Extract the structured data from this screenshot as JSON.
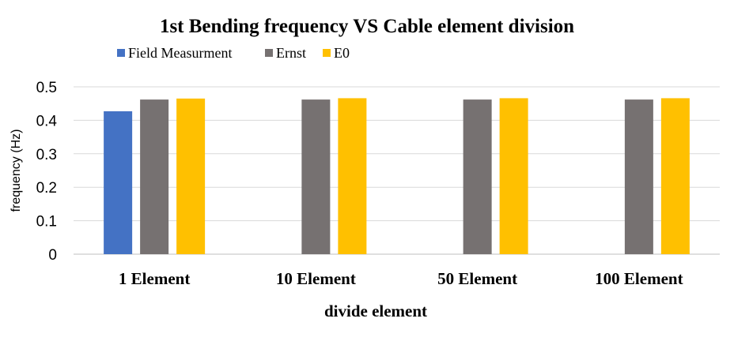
{
  "chart_data": {
    "type": "bar",
    "title": "1st Bending frequency  VS Cable element division",
    "xlabel": "divide element",
    "ylabel": "frequency (Hz)",
    "categories": [
      "1 Element",
      "10 Element",
      "50 Element",
      "100 Element"
    ],
    "series": [
      {
        "name": "Field Measurment",
        "color": "#4472C4",
        "values": [
          0.427,
          null,
          null,
          null
        ]
      },
      {
        "name": "Ernst",
        "color": "#767171",
        "values": [
          0.462,
          0.462,
          0.462,
          0.462
        ]
      },
      {
        "name": "E0",
        "color": "#FFC000",
        "values": [
          0.465,
          0.466,
          0.466,
          0.466
        ]
      }
    ],
    "ylim": [
      0,
      0.5
    ],
    "yticks": [
      "0",
      "0.1",
      "0.2",
      "0.3",
      "0.4",
      "0.5"
    ],
    "grid": true,
    "legend_position": "top"
  }
}
